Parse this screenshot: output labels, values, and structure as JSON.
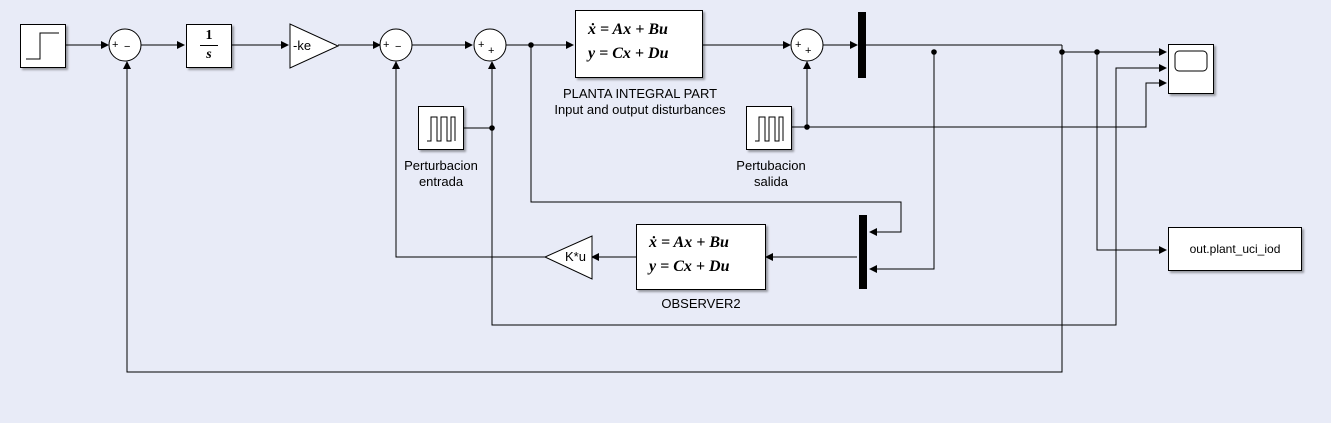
{
  "blocks": {
    "integrator": {
      "num": "1",
      "den": "s"
    },
    "gain_ke": {
      "label": "-ke"
    },
    "gain_k": {
      "label": "K*u"
    },
    "plant": {
      "eq1": "ẋ = Ax + Bu",
      "eq2": "y = Cx + Du",
      "name1": "PLANTA INTEGRAL PART",
      "name2": "Input and output disturbances"
    },
    "observer": {
      "eq1": "ẋ = Ax + Bu",
      "eq2": "y = Cx + Du",
      "name": "OBSERVER2"
    },
    "pulse_in": {
      "name1": "Perturbacion",
      "name2": "entrada"
    },
    "pulse_out": {
      "name1": "Pertubacion",
      "name2": "salida"
    },
    "to_workspace": {
      "label": "out.plant_uci_iod"
    }
  },
  "sum_signs": {
    "sum1": [
      "+",
      "−"
    ],
    "sum2": [
      "+",
      "−"
    ],
    "sum3": [
      "+",
      "+"
    ],
    "sum4": [
      "+",
      "+"
    ]
  },
  "colors": {
    "background": "#e8ebf7",
    "block": "#ffffff",
    "line": "#000000"
  }
}
